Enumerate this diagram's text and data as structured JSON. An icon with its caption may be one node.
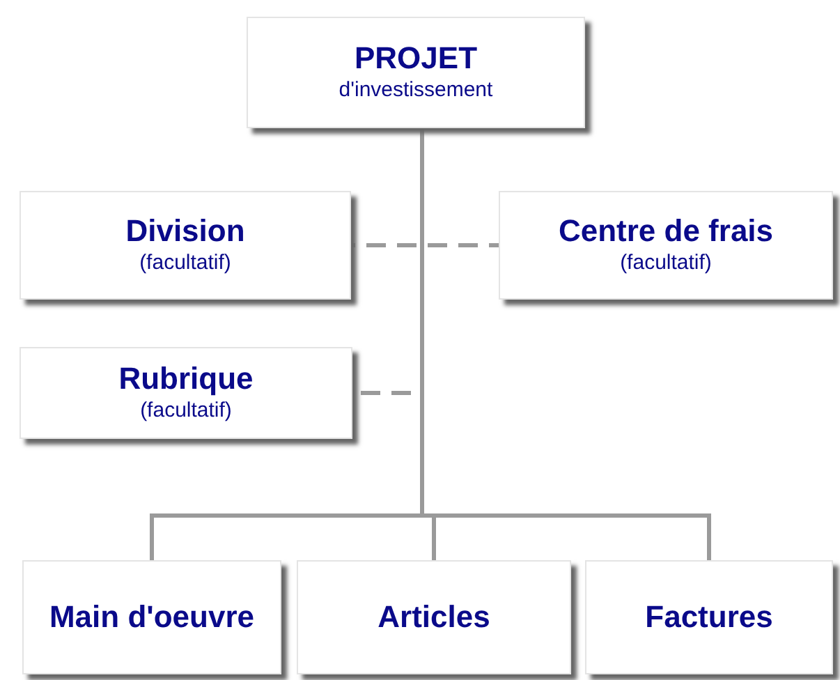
{
  "diagram": {
    "nodes": [
      {
        "text": [
          "PROJET",
          "d'investissement"
        ]
      },
      {
        "text": [
          "Division",
          "(facultatif)"
        ]
      },
      {
        "text": [
          "Centre de frais",
          "(facultatif)"
        ]
      },
      {
        "text": [
          "Rubrique",
          "(facultatif)"
        ]
      },
      {
        "text": [
          "Main d'oeuvre"
        ]
      },
      {
        "text": [
          "Articles"
        ]
      },
      {
        "text": [
          "Factures"
        ]
      }
    ],
    "edges": [
      {
        "from": 0,
        "to": 1,
        "arrow": "none",
        "style": "dashed"
      },
      {
        "from": 0,
        "to": 2,
        "arrow": "none",
        "style": "dashed"
      },
      {
        "from": 0,
        "to": 3,
        "arrow": "none",
        "style": "dashed"
      },
      {
        "from": 0,
        "to": 4,
        "arrow": "none"
      },
      {
        "from": 0,
        "to": 5,
        "arrow": "none"
      },
      {
        "from": 0,
        "to": 6,
        "arrow": "none"
      }
    ]
  }
}
